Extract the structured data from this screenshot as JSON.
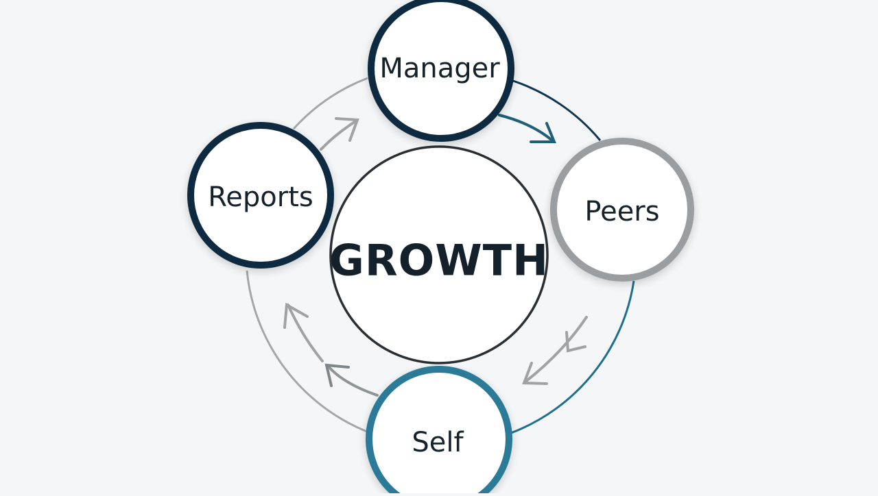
{
  "diagram": {
    "type": "cycle",
    "center": {
      "label": "GROWTH"
    },
    "nodes": [
      {
        "id": "manager",
        "label": "Manager",
        "stroke": "#0d2a40"
      },
      {
        "id": "peers",
        "label": "Peers",
        "stroke": "#9a9ea1"
      },
      {
        "id": "self",
        "label": "Self",
        "stroke": "#2a7a98"
      },
      {
        "id": "reports",
        "label": "Reports",
        "stroke": "#0d2a40"
      }
    ],
    "flows": [
      {
        "from": "Manager",
        "to": "Peers",
        "color": "#1f5f78"
      },
      {
        "from": "Peers",
        "to": "Self",
        "color": "#a0a3a5"
      },
      {
        "from": "Self",
        "to": "Reports",
        "color": "#8f9497"
      },
      {
        "from": "Reports",
        "to": "Manager",
        "color": "#a0a3a5"
      }
    ],
    "colors": {
      "background": "#f4f6f7",
      "dark_navy": "#0d2a40",
      "teal": "#2a7a98",
      "gray": "#9a9ea1",
      "text": "#14202a"
    }
  }
}
